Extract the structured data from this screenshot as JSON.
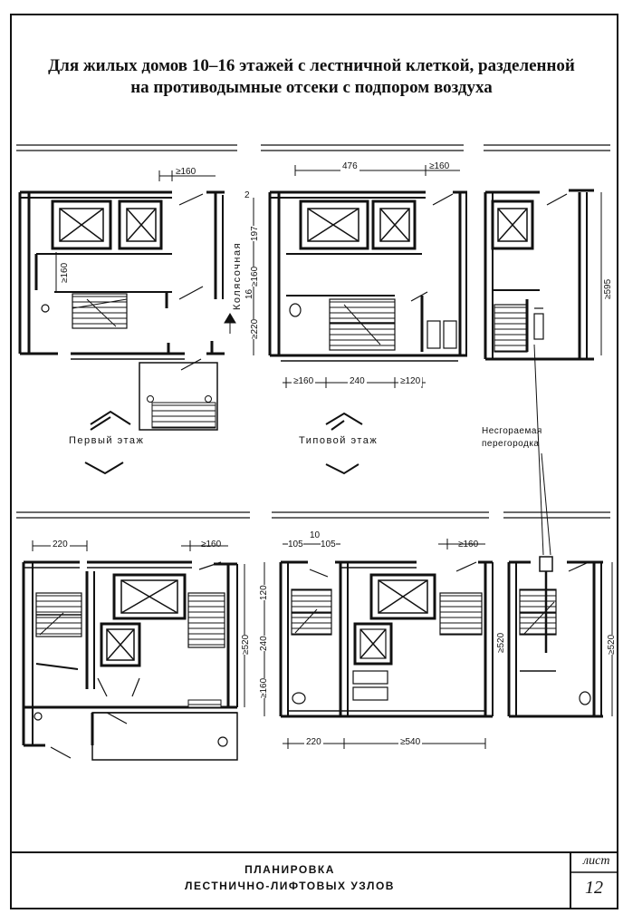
{
  "title": {
    "line1": "Для жилых домов    10–16 этажей с лестничной клеткой, разделенной",
    "line2": "на противодымные отсеки с подпором воздуха"
  },
  "labels": {
    "first_floor": "Первый этаж",
    "typical_floor": "Типовой этаж",
    "wheelchair": "Колясочная",
    "fire_wall_1": "Несгораемая",
    "fire_wall_2": "перегородка"
  },
  "dimensions": {
    "top_left": {
      "d160": "≥160"
    },
    "top_mid": {
      "d476": "476",
      "d160": "≥160",
      "d2": "2",
      "d197": "197",
      "d160v": "≥160",
      "d16": "16",
      "d220": "≥220",
      "b160": "≥160",
      "b240": "240",
      "b120": "≥120"
    },
    "top_right": {
      "d595": "≥595"
    },
    "bot_left": {
      "d220": "220",
      "d160": "≥160",
      "d520": "≥520"
    },
    "bot_mid": {
      "d105a": "105",
      "d10": "10",
      "d105b": "105",
      "d160": "≥160",
      "d120": "120",
      "d240": "240",
      "d160v": "≥160",
      "d520": "≥520",
      "b220": "220",
      "b540": "≥540"
    },
    "bot_right": {
      "d520": "≥520"
    }
  },
  "stamp": {
    "line1": "ПЛАНИРОВКА",
    "line2": "ЛЕСТНИЧНО-ЛИФТОВЫХ УЗЛОВ",
    "sheet_label": "лист",
    "sheet_number": "12"
  }
}
